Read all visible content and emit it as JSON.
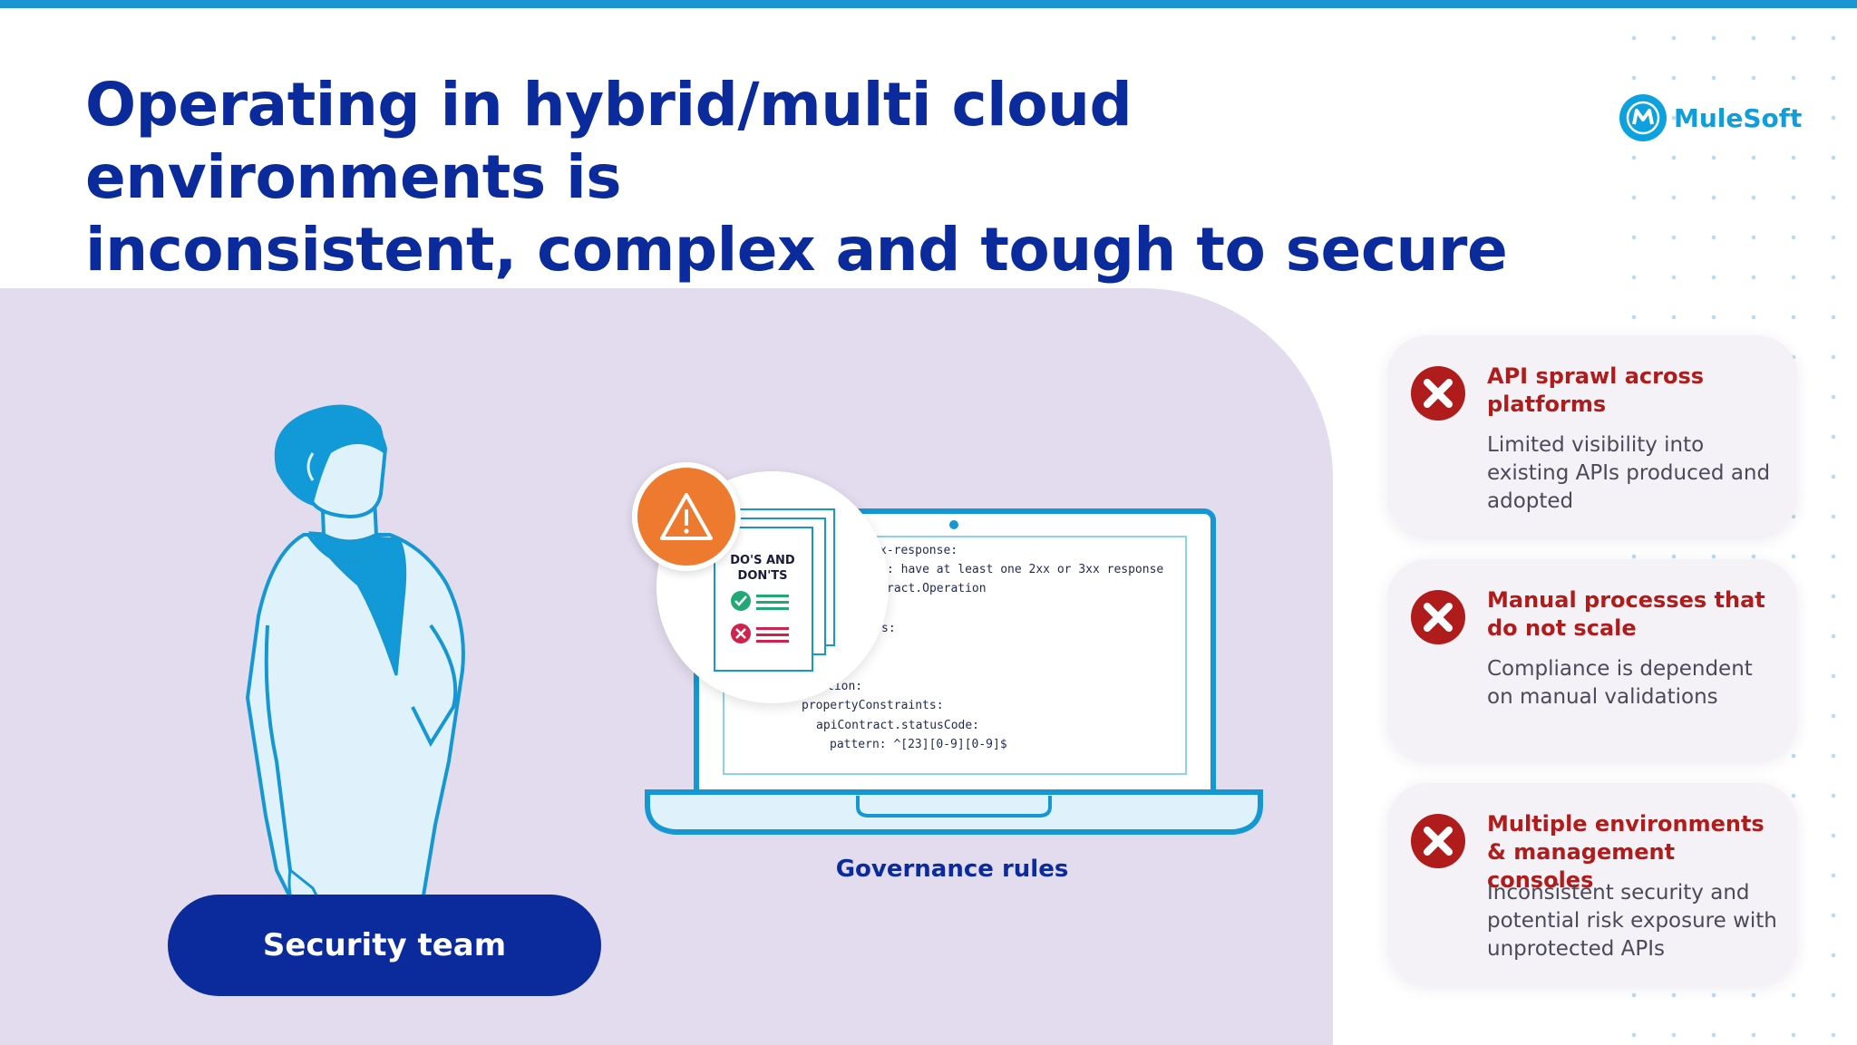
{
  "header": {
    "title_line1": "Operating in hybrid/multi cloud environments is",
    "title_line2": "inconsistent, complex and tough to secure"
  },
  "logo": {
    "text": "MuleSoft",
    "icon": "mulesoft-logo-icon"
  },
  "illustration": {
    "team_label": "Security team",
    "governance_label": "Governance rules",
    "doc_title_line1": "DO'S AND",
    "doc_title_line2": "DON'TS",
    "code_lines": [
      "x-response:",
      ": have at least one 2xx or 3xx response",
      "ract.Operation",
      "s:",
      "tion:",
      "propertyConstraints:",
      "apiContract.statusCode:",
      "pattern: ^[23][0-9][0-9]$"
    ]
  },
  "cards": [
    {
      "title": "API sprawl across platforms",
      "description": "Limited visibility into existing APIs produced and adopted",
      "icon": "x-icon"
    },
    {
      "title": "Manual processes that do not scale",
      "description": "Compliance is dependent on manual validations",
      "icon": "x-icon"
    },
    {
      "title": "Multiple environments & management consoles",
      "description": "Inconsistent security and potential risk exposure with unprotected APIs",
      "icon": "x-icon"
    }
  ],
  "colors": {
    "accent_bar": "#1b96d3",
    "title": "#0b2a9c",
    "panel": "#e2dcee",
    "error": "#b01b1b",
    "warning": "#ee7a2f"
  }
}
